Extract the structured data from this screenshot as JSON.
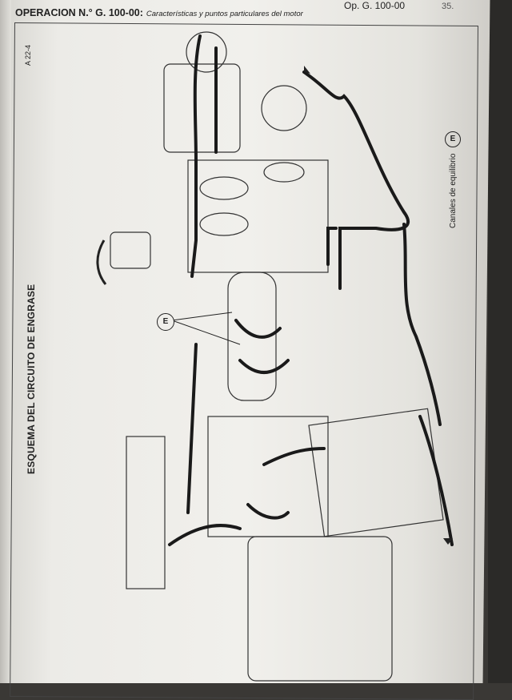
{
  "header": {
    "operation": "OPERACION N.° G. 100-00:",
    "subtitle": "Características y puntos particulares del motor",
    "reference": "Op. G. 100-00",
    "page_number": "35."
  },
  "figure": {
    "code": "A 22-4",
    "title": "ESQUEMA DEL CIRCUITO DE ENGRASE",
    "callout_label": "E",
    "legend": [
      {
        "symbol": "E",
        "text": "Canales de equilibrio"
      }
    ]
  }
}
